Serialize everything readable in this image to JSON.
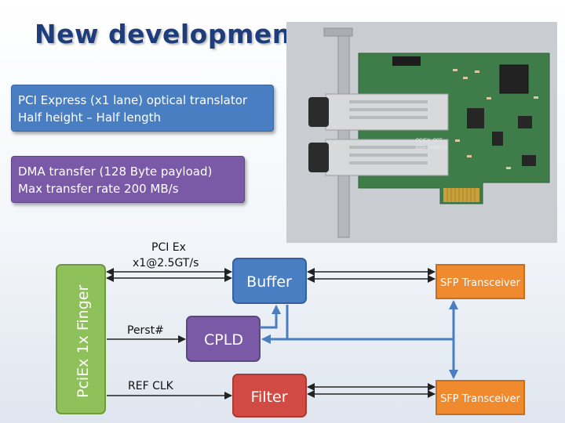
{
  "slide": {
    "title": "New development",
    "box1": {
      "line1": "PCI Express (x1 lane) optical translator",
      "line2": "Half height – Half length"
    },
    "box2": {
      "line1": "DMA transfer (128 Byte payload)",
      "line2": "Max transfer rate  200 MB/s"
    }
  },
  "photo": {
    "board_label": "PCIEX_OPT",
    "board_code": "EDA-01404-V1"
  },
  "diagram": {
    "finger_label": "PciEx 1x Finger",
    "pciex_label_line1": "PCI Ex",
    "pciex_label_line2": "x1@2.5GT/s",
    "perst_label": "Perst#",
    "refclk_label": "REF CLK",
    "buffer_label": "Buffer",
    "cpld_label": "CPLD",
    "filter_label": "Filter",
    "sfp_top_label": "SFP Transceiver",
    "sfp_bottom_label": "SFP Transceiver",
    "colors": {
      "finger": "#8fc15a",
      "buffer": "#4a7ec2",
      "cpld": "#7a5aa6",
      "filter": "#d24a44",
      "sfp": "#f08a2e",
      "arrow": "#4a7ec2"
    }
  }
}
